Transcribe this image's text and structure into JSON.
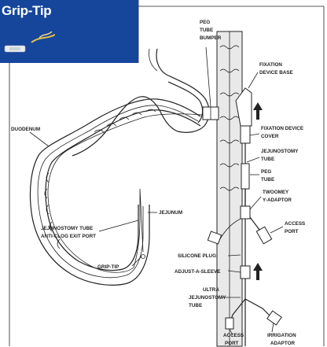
{
  "badge": {
    "title": "Grip-Tip"
  },
  "labels": {
    "peg_tube_bumper": [
      "PEG",
      "TUBE",
      "BUMPER"
    ],
    "fixation_device_base": [
      "FIXATION",
      "DEVICE BASE"
    ],
    "fixation_device_cover": [
      "FIXATION DEVICE",
      "COVER"
    ],
    "jejunostomy_tube_right": [
      "JEJUNOSTOMY",
      "TUBE"
    ],
    "peg_tube": [
      "PEG",
      "TUBE"
    ],
    "twoomey_y_adaptor": [
      "TWOOMEY",
      "Y-ADAPTOR"
    ],
    "access_port_right": [
      "ACCESS",
      "PORT"
    ],
    "duodenum": "DUODENUM",
    "jejunum": "JEJUNUM",
    "anti_clog": [
      "JEJUNOSTOMY TUBE",
      "ANTI-CLOG EXIT PORT"
    ],
    "grip_tip": "GRIP-TIP",
    "silicone_plug": "SILICONE PLUG",
    "adjust_a_sleeve": "ADJUST-A-SLEEVE",
    "ultra_jejunostomy_tube": [
      "ULTRA",
      "JEJUNOSTOMY",
      "TUBE"
    ],
    "access_port_bottom": [
      "ACCESS",
      "PORT"
    ],
    "irrigation_adaptor": [
      "IRRIGATION",
      "ADAPTOR"
    ]
  },
  "colors": {
    "badge_bg": "#16459c",
    "ink": "#222222"
  }
}
